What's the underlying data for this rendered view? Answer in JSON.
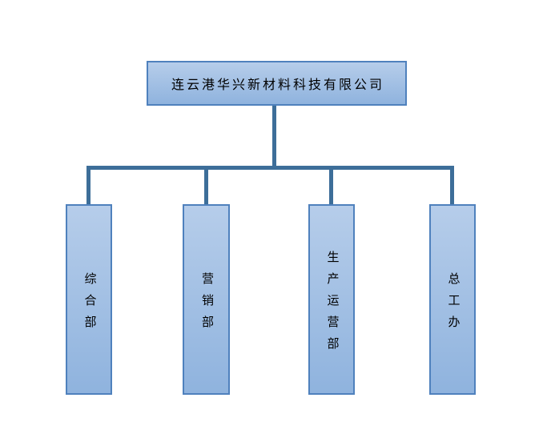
{
  "chart": {
    "type": "org-chart",
    "root": {
      "label": "连云港华兴新材料科技有限公司"
    },
    "departments": [
      {
        "label": "综合部"
      },
      {
        "label": "营销部"
      },
      {
        "label": "生产运营部"
      },
      {
        "label": "总工办"
      }
    ]
  },
  "colors": {
    "box_border": "#4f81bd",
    "box_fill_top": "#b6cdea",
    "box_fill_bottom": "#8fb3de",
    "connector": "#3d6e99",
    "text": "#000000",
    "background": "#ffffff"
  }
}
